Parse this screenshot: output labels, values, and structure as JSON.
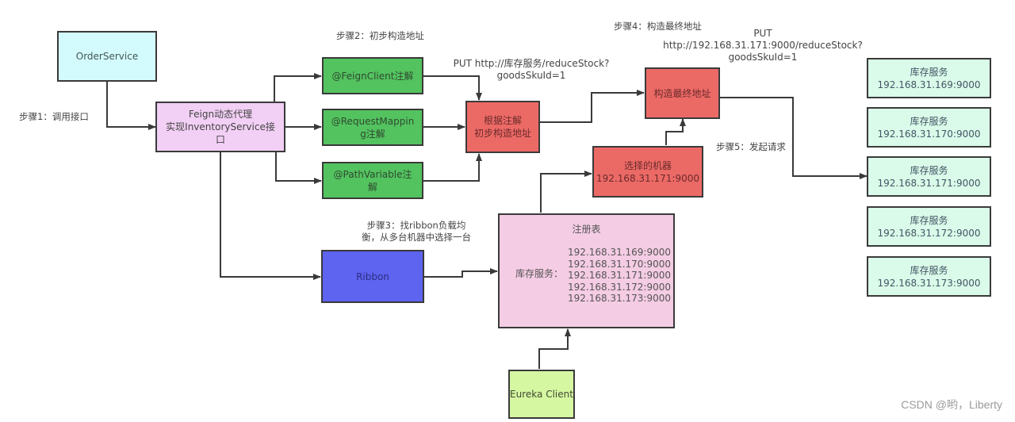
{
  "nodes": {
    "order_service": "OrderService",
    "feign_proxy": [
      "Feign动态代理",
      "实现InventoryService接",
      "口"
    ],
    "feign_client": "@FeignClient注解",
    "request_mapping": [
      "@RequestMappin",
      "g注解"
    ],
    "path_variable": [
      "@PathVariable注",
      "解"
    ],
    "initial_address": [
      "根据注解",
      "初步构造地址"
    ],
    "final_address": "构造最终地址",
    "selected_machine": [
      "选择的机器",
      "192.168.31.171:9000"
    ],
    "ribbon": "Ribbon",
    "registry": {
      "title": "注册表",
      "key": "库存服务：",
      "entries": [
        "192.168.31.169:9000",
        "192.168.31.170:9000",
        "192.168.31.171:9000",
        "192.168.31.172:9000",
        "192.168.31.173:9000"
      ]
    },
    "eureka_client": "Eureka Client",
    "inventory_instances": [
      {
        "name": "库存服务",
        "address": "192.168.31.169:9000"
      },
      {
        "name": "库存服务",
        "address": "192.168.31.170:9000"
      },
      {
        "name": "库存服务",
        "address": "192.168.31.171:9000"
      },
      {
        "name": "库存服务",
        "address": "192.168.31.172:9000"
      },
      {
        "name": "库存服务",
        "address": "192.168.31.173:9000"
      }
    ]
  },
  "annotations": {
    "step1": "步骤1：调用接口",
    "step2": "步骤2：初步构造地址",
    "step3": [
      "步骤3：找ribbon负载均",
      "衡，从多台机器中选择一台"
    ],
    "step4": "步骤4：构造最终地址",
    "step5": "步骤5：发起请求",
    "initial_url": [
      "PUT http://库存服务/reduceStock?",
      "goodsSkuId=1"
    ],
    "final_url": [
      "PUT",
      "http://192.168.31.171:9000/reduceStock?",
      "goodsSkuId=1"
    ]
  },
  "watermark": "CSDN @哟，Liberty"
}
